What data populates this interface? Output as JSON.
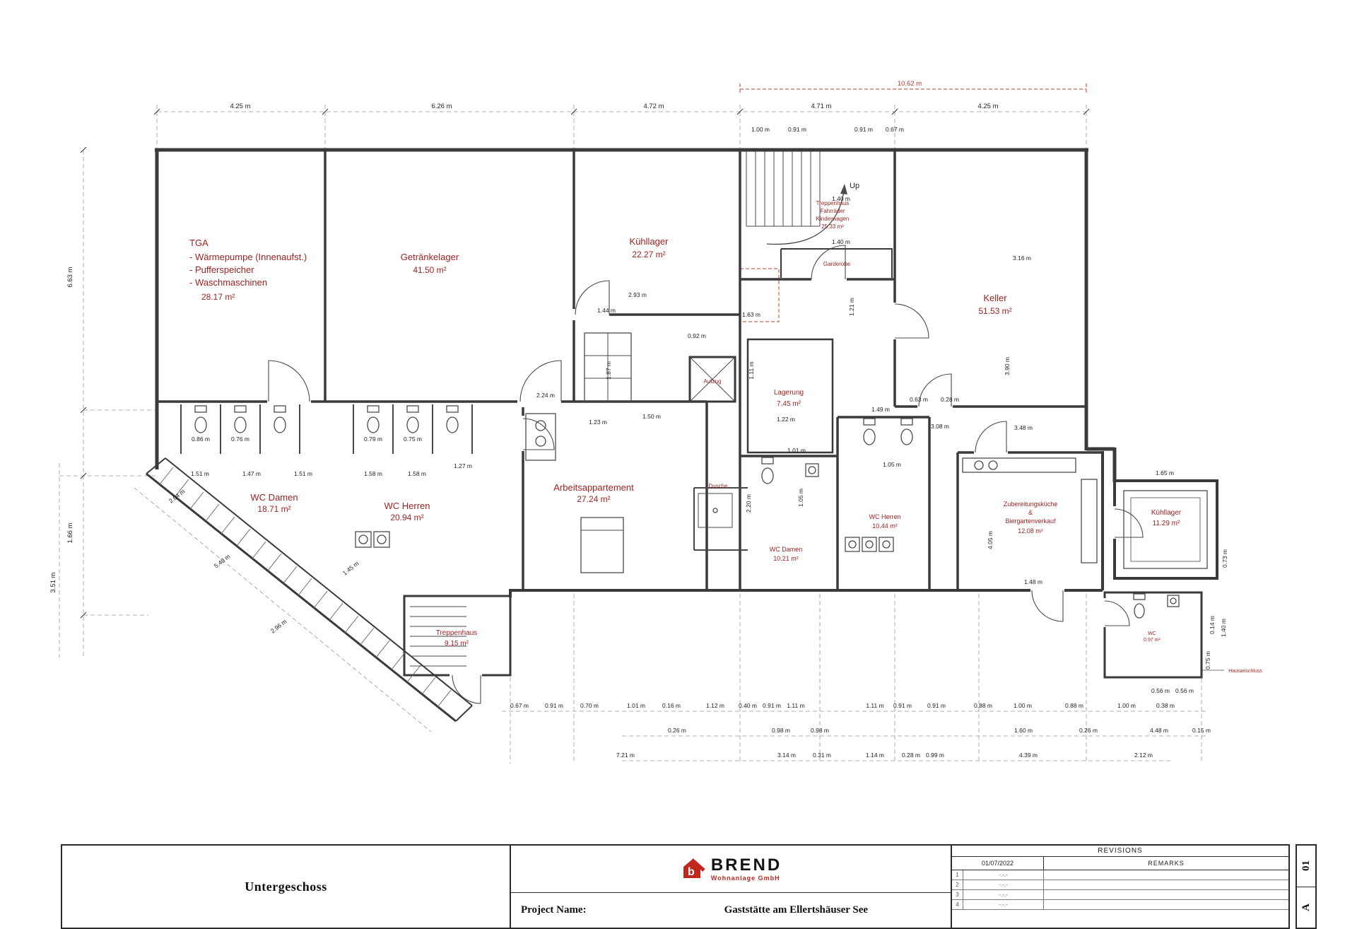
{
  "colors": {
    "wall": "#3a3a3a",
    "room_label_red": "#9e1f1f",
    "dimension_red": "#c0392b",
    "logo_red": "#c0271d"
  },
  "plan": {
    "rooms": {
      "tga": {
        "l1": "TGA",
        "l2": "- Wärmepumpe (Innenaufst.)",
        "l3": "- Pufferspeicher",
        "l4": "- Waschmaschinen",
        "area": "28.17 m²"
      },
      "getraenkelager": {
        "name": "Getränkelager",
        "area": "41.50 m²"
      },
      "kuehllager_gross": {
        "name": "Kühllager",
        "area": "22.27 m²"
      },
      "treppenhaus_nord": {
        "l1": "Treppenhaus",
        "l2": "Fahrräder",
        "l3": "Kinderwagen",
        "area": "25.33 m²"
      },
      "garderobe": {
        "name": "Garderobe"
      },
      "keller": {
        "name": "Keller",
        "area": "51.53 m²"
      },
      "lagerung": {
        "name": "Lagerung",
        "area": "7.45 m²"
      },
      "wc_damen": {
        "name": "WC Damen",
        "area": "18.71 m²"
      },
      "wc_herren": {
        "name": "WC Herren",
        "area": "20.94 m²"
      },
      "appartement": {
        "name": "Arbeitsappartement",
        "area": "27.24 m²"
      },
      "wc_herren_2": {
        "name": "WC Herren",
        "area": "10.44 m²"
      },
      "wc_damen_2": {
        "name": "WC Damen",
        "area": "10.21 m²"
      },
      "kueche": {
        "l1": "Zubereitungsküche",
        "l2": "&",
        "l3": "Biergartenverkauf",
        "area": "12.08 m²"
      },
      "kuehllager_klein": {
        "name": "Kühllager",
        "area": "11.29 m²"
      },
      "treppenhaus_sued": {
        "name": "Treppenhaus",
        "area": "9.15 m²"
      },
      "aufzug": {
        "name": "Aufzug"
      },
      "dusche": {
        "name": "Dusche"
      },
      "wc_klein": {
        "name": "WC",
        "area": "0.97 m²"
      },
      "hausanschluss": {
        "name": "Hausanschluss"
      },
      "up": {
        "name": "Up"
      }
    },
    "dims": {
      "top": [
        "4.25 m",
        "6.26 m",
        "4.72 m",
        "4.71 m",
        "4.25 m"
      ],
      "top_total": "10.62 m",
      "top_sub": [
        "1.00 m",
        "0.91 m",
        "0.91 m",
        "0.67 m",
        "1.40 m"
      ],
      "left": [
        "6.63 m",
        "1.66 m",
        "3.51 m"
      ],
      "right": [
        "3.16 m",
        "3.90 m",
        "3.48 m",
        "1.65 m",
        "1.40 m",
        "0.75 m"
      ],
      "bottom_a": [
        "0.67 m",
        "0.91 m",
        "0.70 m",
        "1.01 m",
        "0.16 m",
        "1.12 m",
        "0.40 m",
        "0.91 m",
        "1.11 m",
        "1.11 m",
        "0.91 m",
        "0.91 m",
        "0.88 m",
        "1.00 m",
        "0.88 m",
        "1.00 m",
        "0.38 m"
      ],
      "bottom_b": [
        "0.26 m",
        "0.98 m",
        "0.98 m",
        "1.60 m",
        "0.26 m",
        "4.48 m",
        "0.15 m"
      ],
      "bottom_c": [
        "7.21 m",
        "3.14 m",
        "0.31 m",
        "1.14 m",
        "0.28 m",
        "0.99 m",
        "4.39 m",
        "2.12 m"
      ],
      "diagonal": [
        "2.04 m",
        "5.40 m",
        "2.96 m",
        "1.45 m"
      ],
      "interior": [
        "2.93 m",
        "1.44 m",
        "1.63 m",
        "0.92 m",
        "2.24 m",
        "1.50 m",
        "1.22 m",
        "1.87 m",
        "1.51 m",
        "1.47 m",
        "1.51 m",
        "1.58 m",
        "1.58 m",
        "0.86 m",
        "0.76 m",
        "0.79 m",
        "0.75 m",
        "1.27 m",
        "1.23 m",
        "1.05 m",
        "1.40 m",
        "1.21 m",
        "1.11 m",
        "3.08 m",
        "1.49 m",
        "1.01 m",
        "2.20 m",
        "0.63 m",
        "0.28 m",
        "1.05 m",
        "4.05 m",
        "1.48 m",
        "0.56 m",
        "0.56 m",
        "0.14 m",
        "0.73 m"
      ]
    }
  },
  "title_block": {
    "floor_label": "Untergeschoss",
    "project_label": "Project Name:",
    "project_name": "Gaststätte am Ellertshäuser See",
    "logo": {
      "name": "BREND",
      "subtitle": "Wohnanlage GmbH"
    },
    "revisions": {
      "header": "REVISIONS",
      "date": "01/07/2022",
      "remarks_label": "REMARKS",
      "rows": [
        {
          "num": "1",
          "date": "-.-.-"
        },
        {
          "num": "2",
          "date": "-.-.-"
        },
        {
          "num": "3",
          "date": "-.-.-"
        },
        {
          "num": "4",
          "date": "-.-.-"
        }
      ]
    },
    "sheet": {
      "number": "01",
      "revision": "A"
    }
  }
}
